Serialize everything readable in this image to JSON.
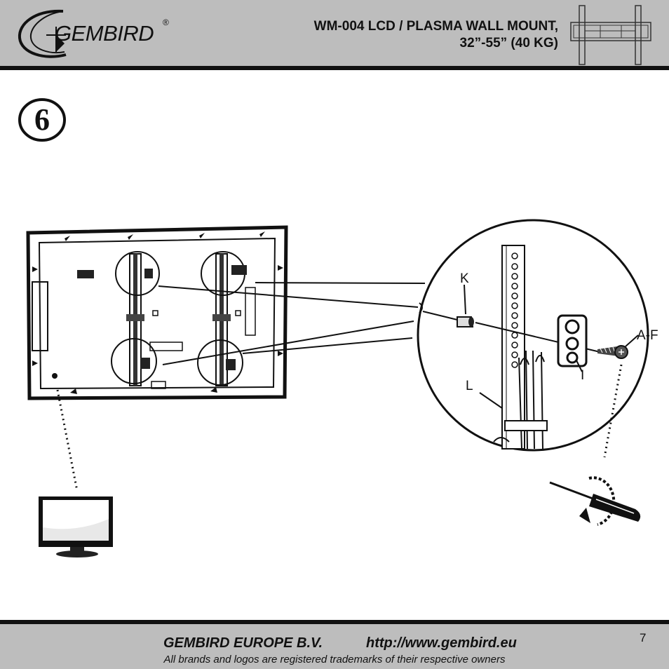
{
  "header": {
    "logo_text": "GEMBIRD",
    "registered_mark": "®",
    "title_line1": "WM-004 LCD / PLASMA WALL MOUNT,",
    "title_line2": "32”-55” (40 KG)"
  },
  "step": {
    "number": "6"
  },
  "diagram": {
    "labels": {
      "k": "K",
      "af": "A-F",
      "i": "I",
      "l": "L"
    }
  },
  "footer": {
    "company": "GEMBIRD EUROPE B.V.",
    "url": "http://www.gembird.eu",
    "disclaimer": "All brands and logos are registered trademarks of their respective owners",
    "page_number": "7"
  }
}
